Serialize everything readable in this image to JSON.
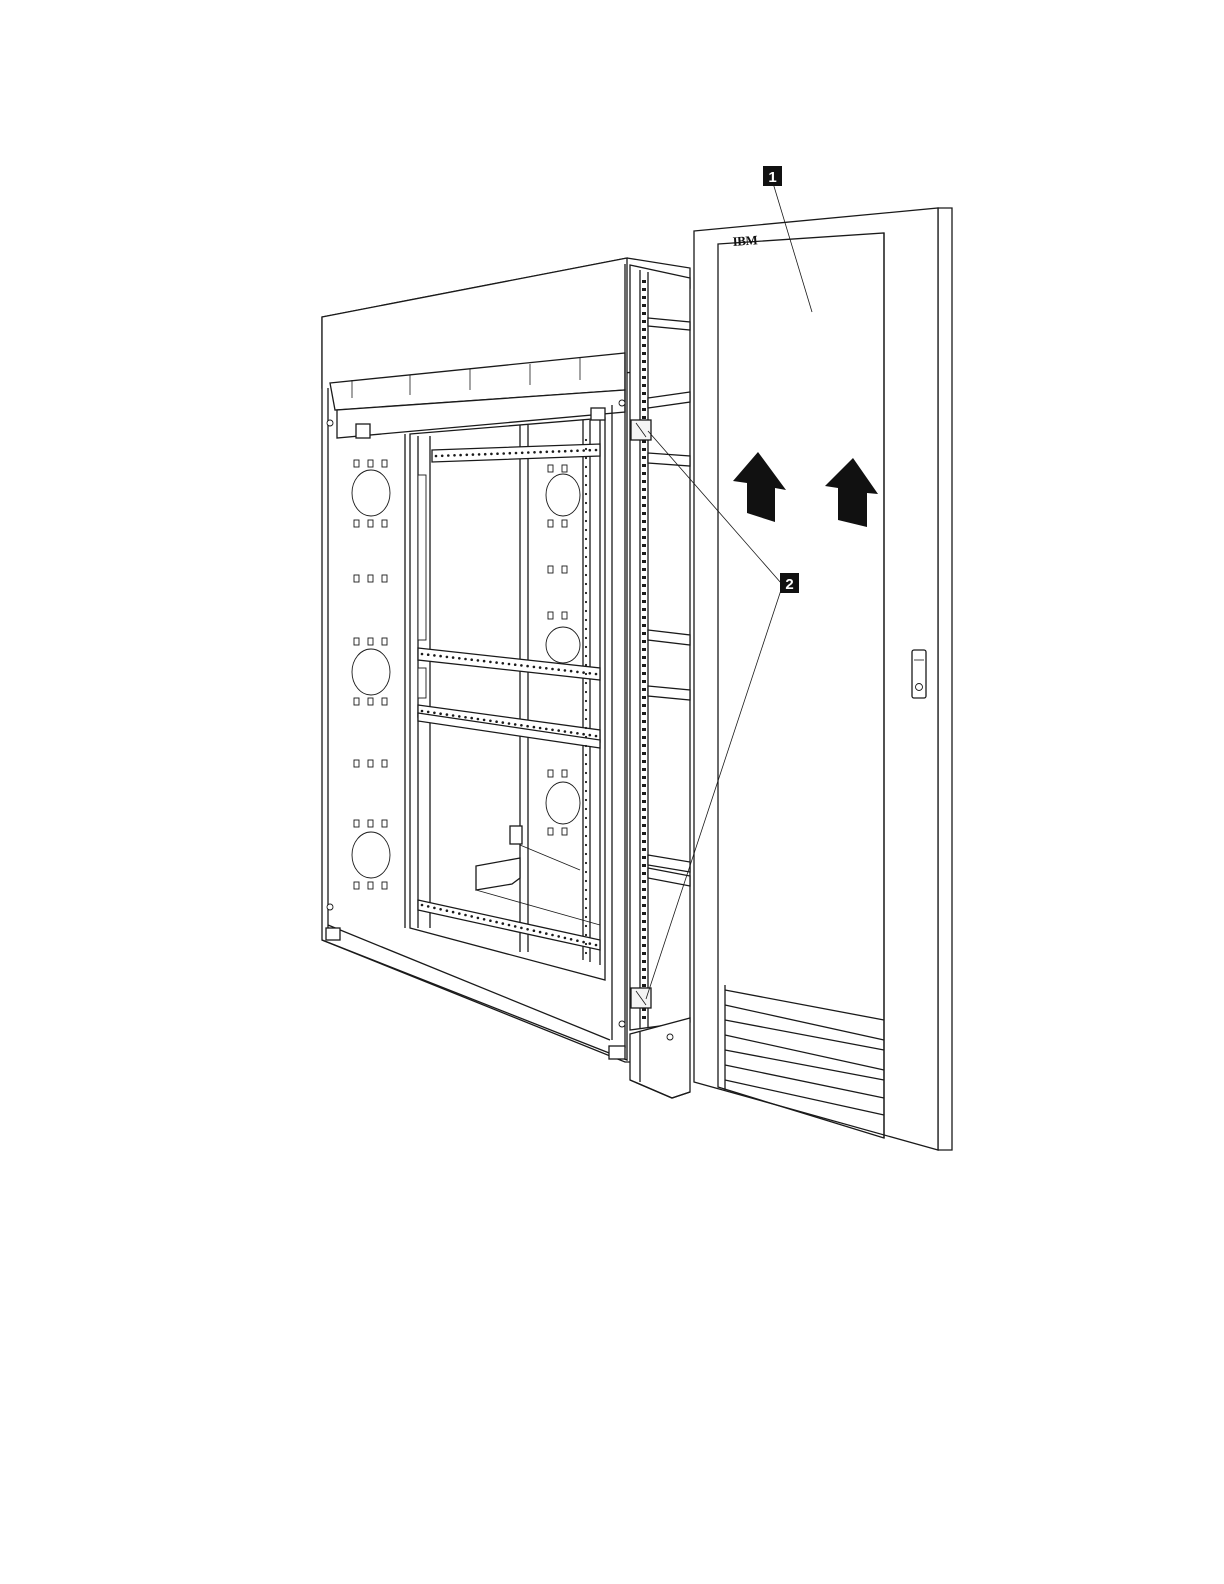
{
  "diagram": {
    "logo_text": "IBM",
    "callouts": [
      {
        "id": "1",
        "label": "1"
      },
      {
        "id": "2",
        "label": "2"
      }
    ]
  }
}
